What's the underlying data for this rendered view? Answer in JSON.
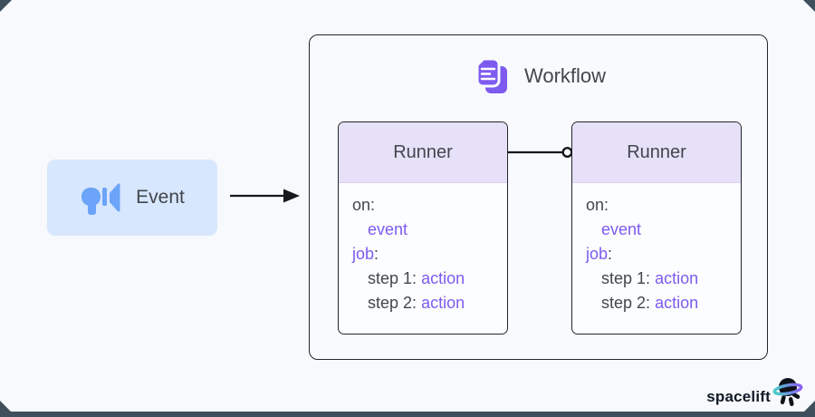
{
  "page": {
    "background": "#f7f9fc",
    "frame_color": "#3f4f5c",
    "accent_purple": "#7d5bef",
    "accent_blue": "#6ba4f8",
    "dark_text": "#42464d",
    "line_color": "#16181d"
  },
  "event_node": {
    "label": "Event",
    "icon": "megaphone-icon",
    "background": "#d7e7fd"
  },
  "workflow": {
    "title": "Workflow",
    "icon": "workflow-documents-icon",
    "runners": [
      {
        "title": "Runner",
        "header_background": "#e6e0f8",
        "lines": {
          "on_key": "on:",
          "event_value": "event",
          "job_key": "job",
          "job_colon": ":",
          "step1_key": "step 1:",
          "step1_value": "action",
          "step2_key": "step 2:",
          "step2_value": "action"
        }
      },
      {
        "title": "Runner",
        "header_background": "#e6e0f8",
        "lines": {
          "on_key": "on:",
          "event_value": "event",
          "job_key": "job",
          "job_colon": ":",
          "step1_key": "step 1:",
          "step1_value": "action",
          "step2_key": "step 2:",
          "step2_value": "action"
        }
      }
    ]
  },
  "branding": {
    "logo_text": "spacelift",
    "icon": "spacelift-mascot-icon"
  }
}
